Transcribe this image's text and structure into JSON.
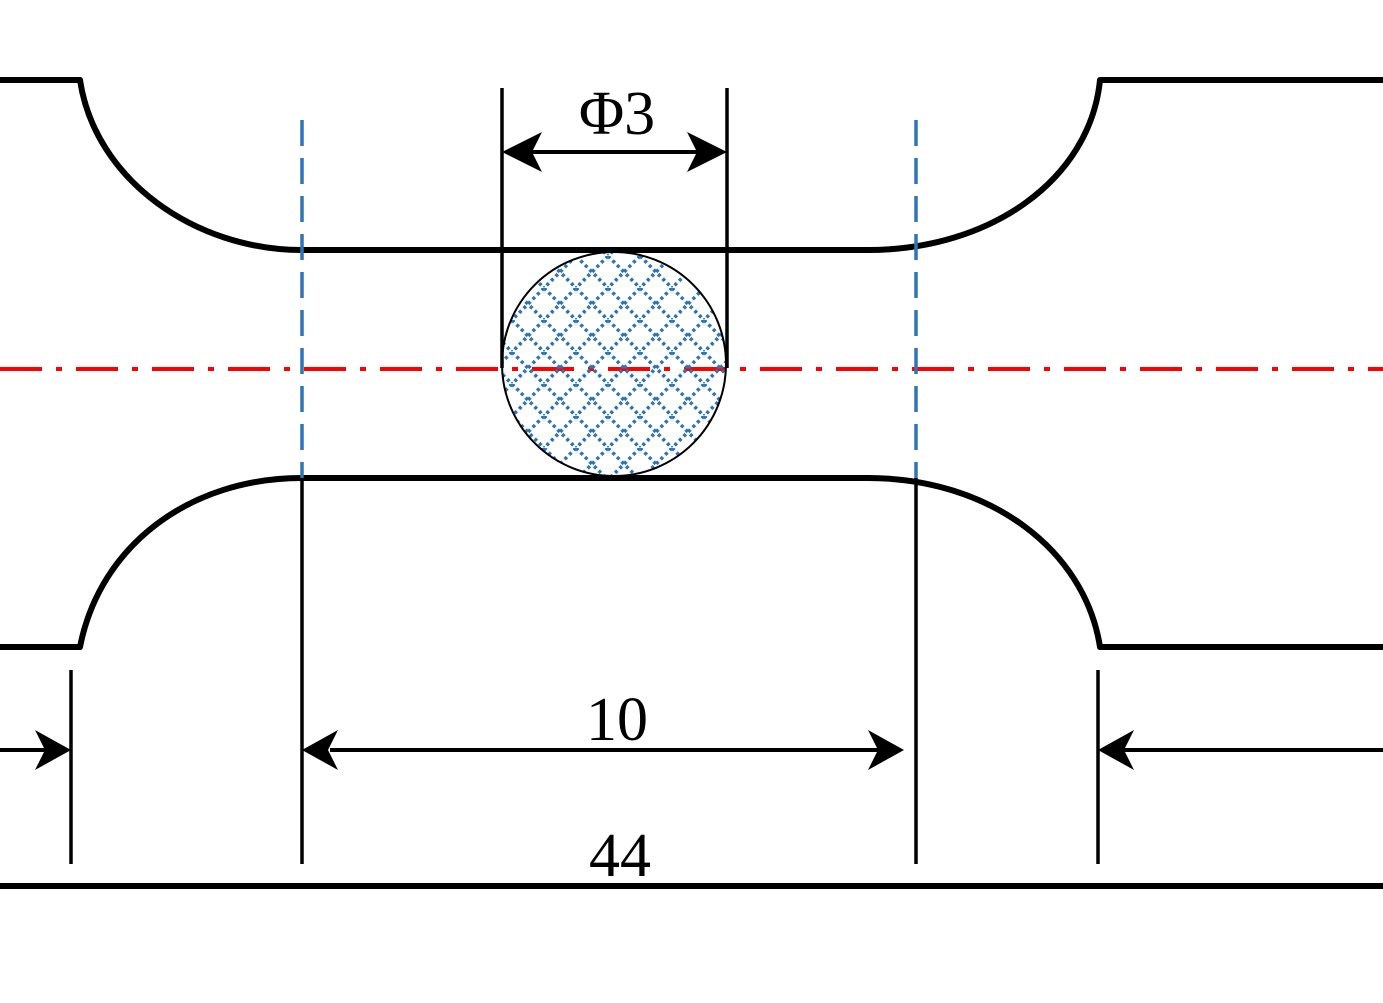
{
  "dimensions": {
    "hole_diameter_label": "Φ3",
    "gauge_length_label": "10",
    "overall_length_label": "44"
  },
  "colors": {
    "outline": "#000000",
    "center_line": "#ff0000",
    "gauge_marks": "#2e75b6",
    "hatch": "#2e75b6",
    "background": "#ffffff"
  }
}
